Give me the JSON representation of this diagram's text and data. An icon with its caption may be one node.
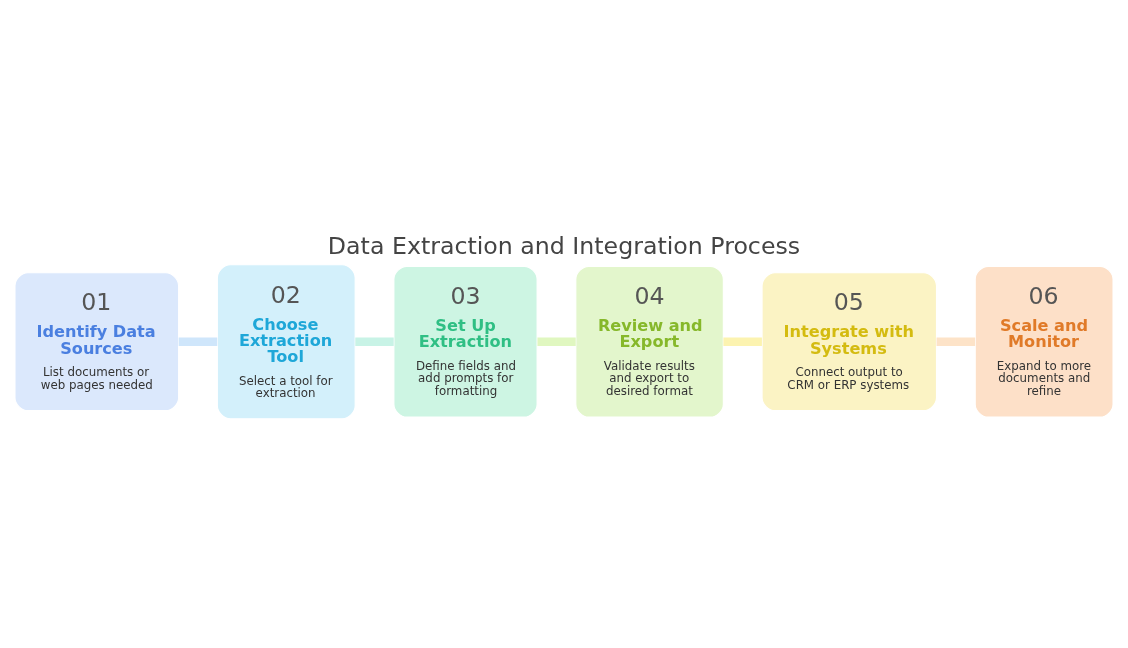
{
  "diagram": {
    "title": "Data Extraction and Integration Process",
    "nodes": [
      {
        "text": [
          "01",
          "Identify Data Sources",
          "List documents or web pages needed"
        ]
      },
      {
        "text": [
          "02",
          "Choose Extraction Tool",
          "Select a tool for extraction"
        ]
      },
      {
        "text": [
          "03",
          "Set Up Extraction",
          "Define fields and add prompts for formatting"
        ]
      },
      {
        "text": [
          "04",
          "Review and Export",
          "Validate results and export to desired format"
        ]
      },
      {
        "text": [
          "05",
          "Integrate with Systems",
          "Connect output to CRM or ERP systems"
        ]
      },
      {
        "text": [
          "06",
          "Scale and Monitor",
          "Expand to more documents and refine"
        ]
      }
    ],
    "edges": [
      {
        "from": 0,
        "to": 1,
        "arrow": "none",
        "color": "#cfe6fb"
      },
      {
        "from": 1,
        "to": 2,
        "arrow": "none",
        "color": "#c8f3e6"
      },
      {
        "from": 2,
        "to": 3,
        "arrow": "none",
        "color": "#e0f7c0"
      },
      {
        "from": 3,
        "to": 4,
        "arrow": "none",
        "color": "#fcf3b0"
      },
      {
        "from": 4,
        "to": 5,
        "arrow": "none",
        "color": "#fde3c8"
      }
    ]
  }
}
